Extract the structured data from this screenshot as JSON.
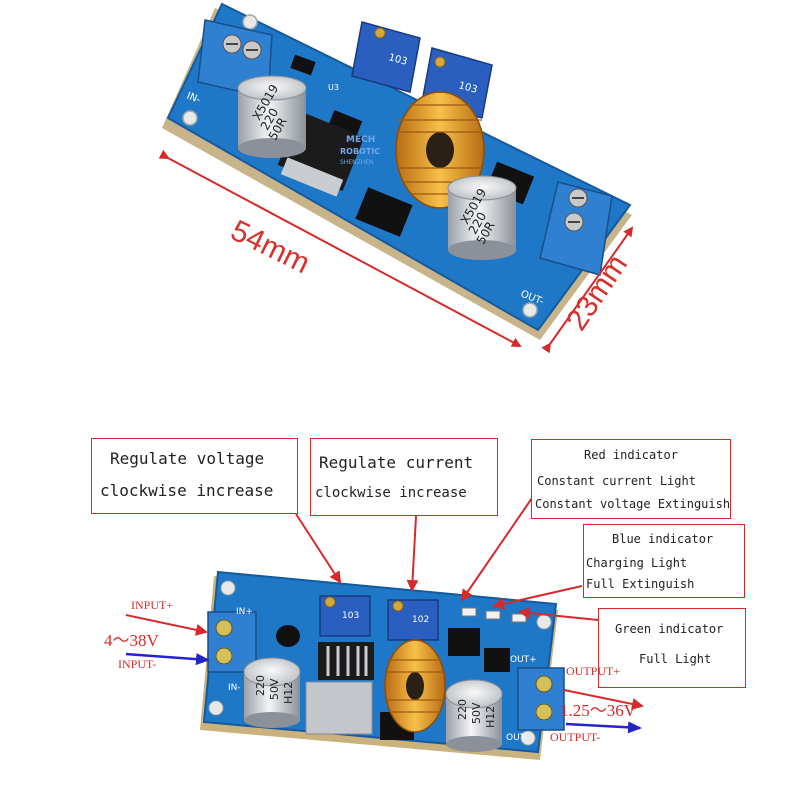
{
  "dimensions": {
    "length": "54mm",
    "width": "23mm"
  },
  "board_top": {
    "cap_left": [
      "X5019",
      "220",
      "50R"
    ],
    "cap_right": [
      "X5019",
      "220",
      "50R"
    ],
    "pot1": "103",
    "pot2": "103",
    "label_in": "IN-",
    "label_out": "OUT-",
    "logo": [
      "MECH",
      "ROBOTIC",
      "SHENZHEN"
    ],
    "u3": "U3"
  },
  "board_bottom": {
    "cap_left": [
      "220",
      "50V",
      "H12"
    ],
    "cap_right": [
      "220",
      "50V",
      "H12"
    ],
    "pot1": "103",
    "pot2": "102",
    "label_in": "IN+",
    "label_in_minus": "IN-",
    "label_out": "OUT+",
    "label_out_minus": "OUT-"
  },
  "callouts": {
    "voltage": {
      "line1": "Regulate voltage",
      "line2": "clockwise increase"
    },
    "current": {
      "line1": "Regulate current",
      "line2": "clockwise  increase"
    },
    "red": {
      "title": "Red indicator",
      "line1": "Constant current Light",
      "line2": "Constant voltage Extinguish"
    },
    "blue": {
      "title": "Blue indicator",
      "line1": "Charging  Light",
      "line2": "Full Extinguish"
    },
    "green": {
      "title": "Green  indicator",
      "line1": "Full Light"
    }
  },
  "pins": {
    "input_plus": "INPUT+",
    "input_minus": "INPUT-",
    "input_range": "4～38V",
    "output_plus": "OUTPUT+",
    "output_minus": "OUTPUT-",
    "output_range": "1.25～36V"
  },
  "colors": {
    "pcb": "#1f78c7",
    "pcb_dark": "#145a9c",
    "terminal": "#2f80d0",
    "copper": "#e0a030",
    "arrow_red": "#d62a2a",
    "arrow_blue": "#2323c8"
  }
}
